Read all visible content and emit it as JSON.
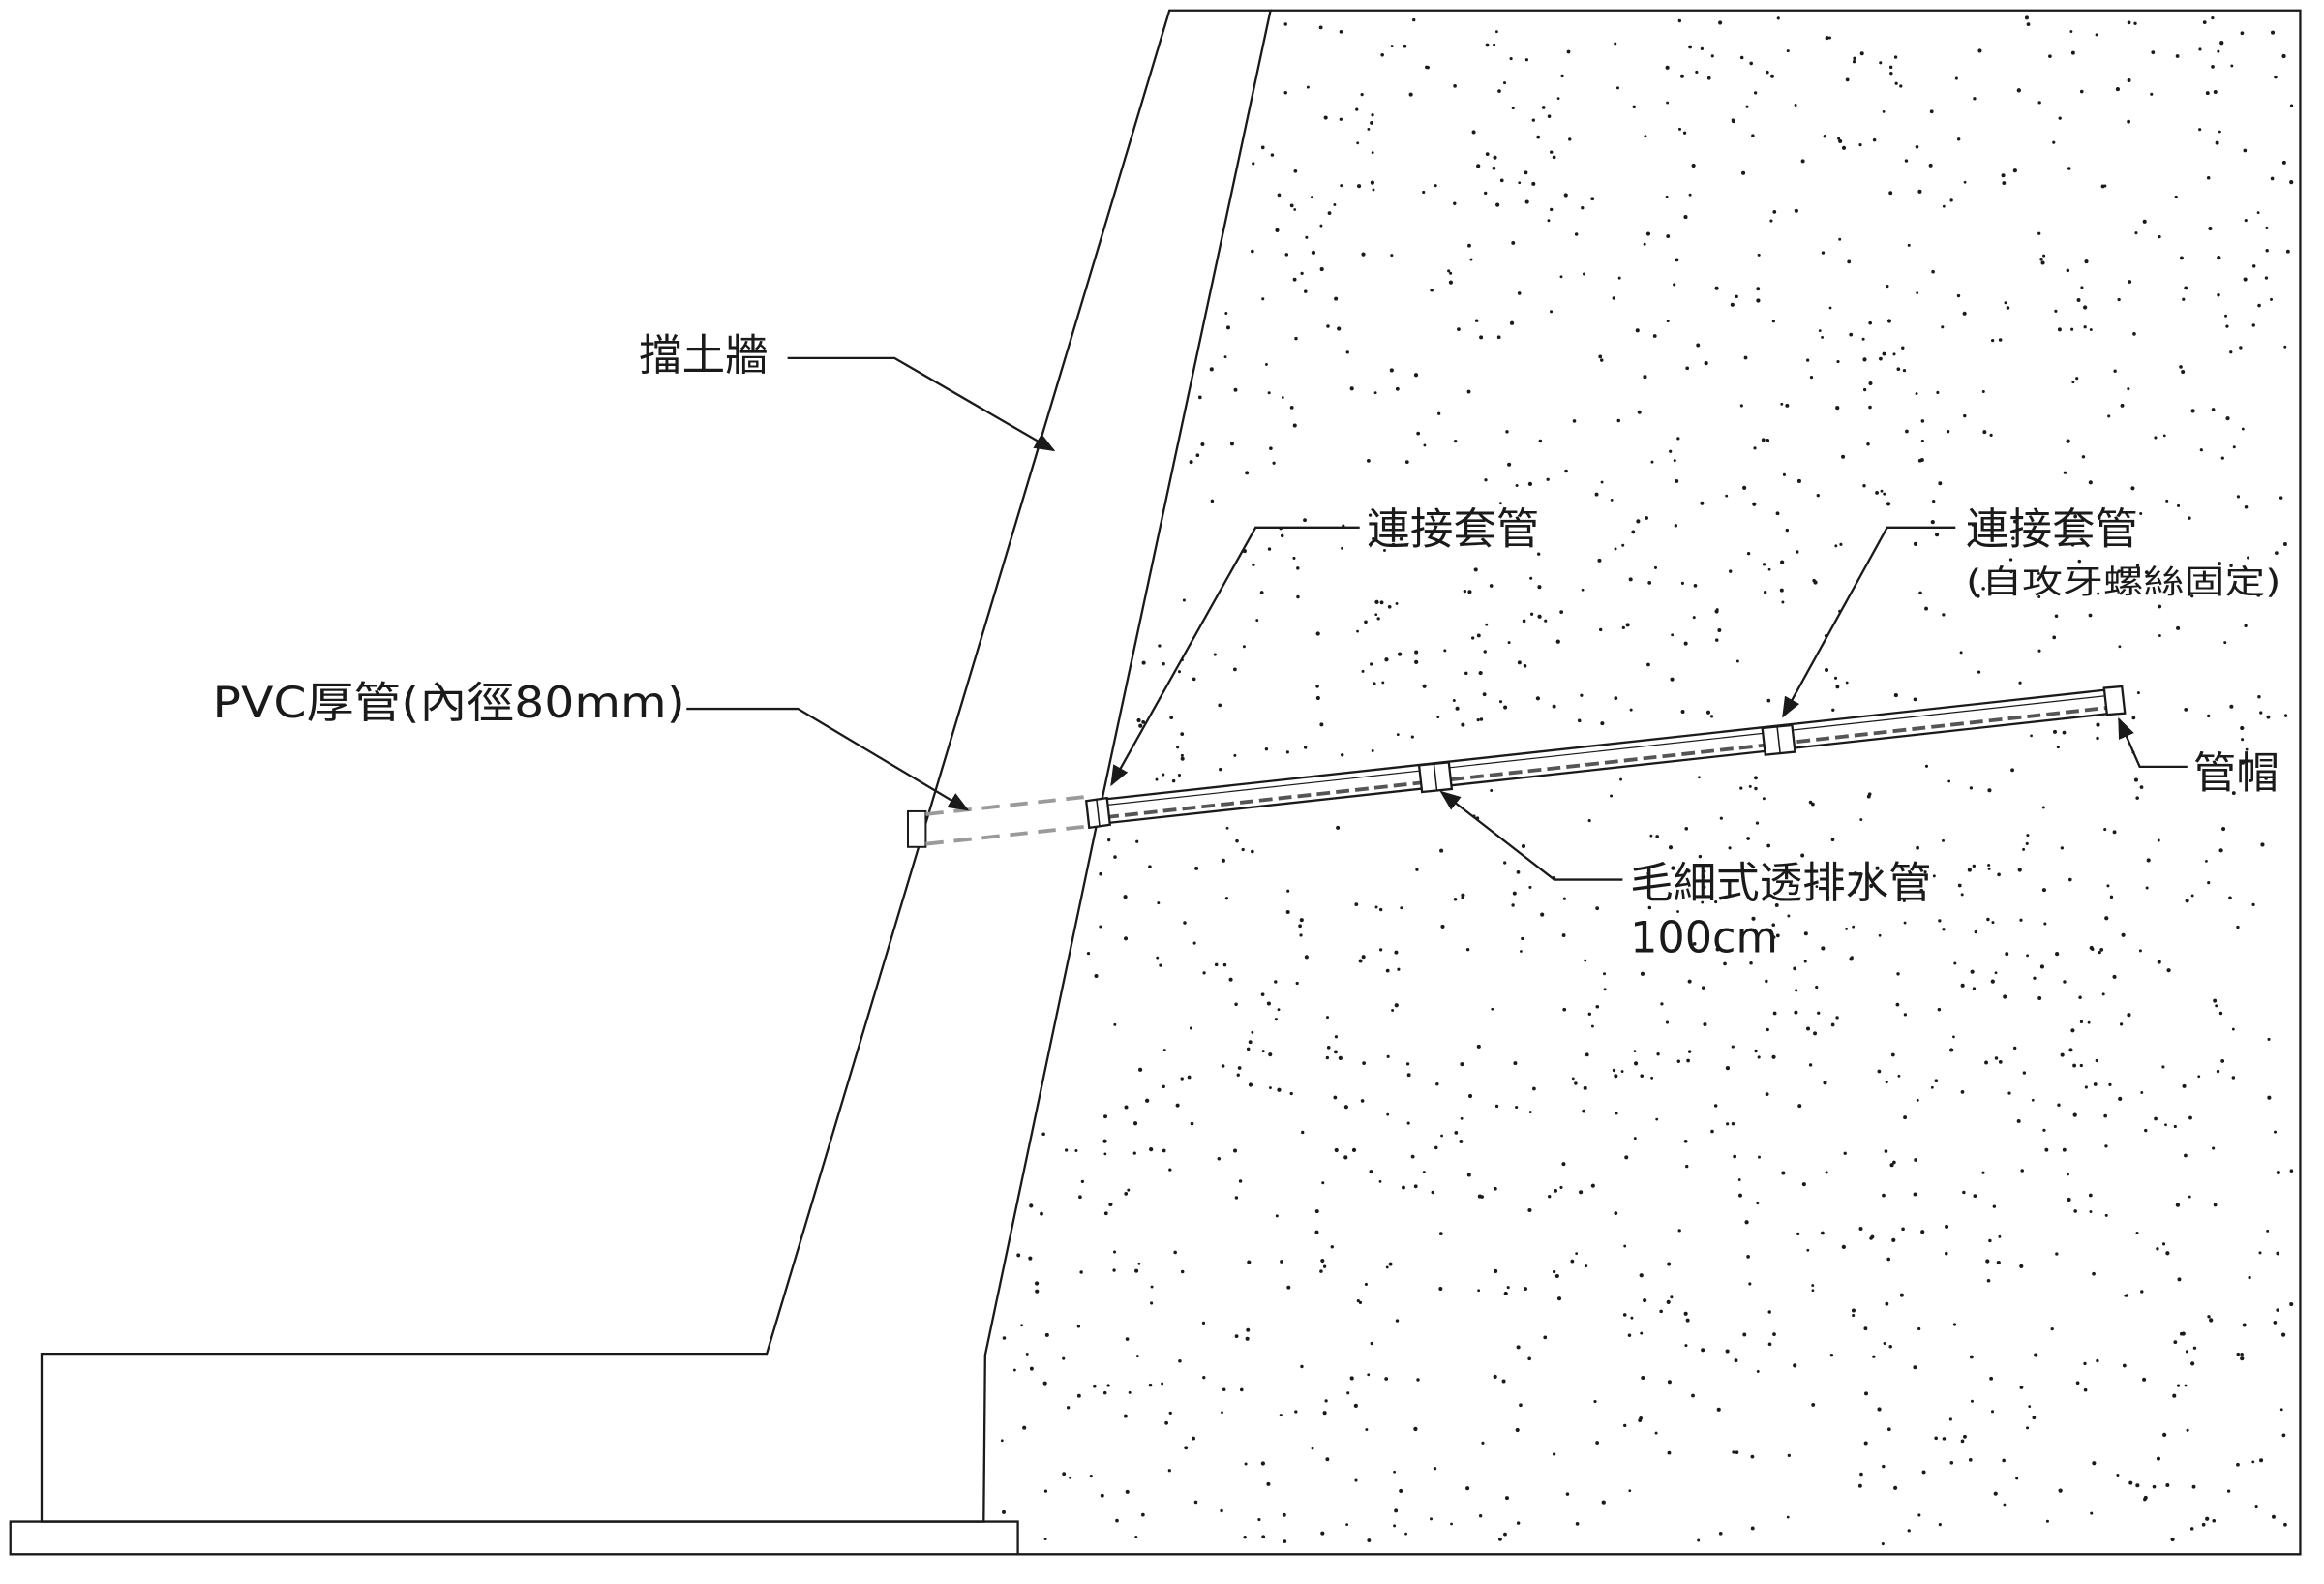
{
  "colors": {
    "line": "#1a1a1a",
    "dashed_pipe": "#9a9a9a",
    "pipe_band": "#555555",
    "background": "#ffffff"
  },
  "labels": {
    "retaining_wall": "擋土牆",
    "pvc_pipe": "PVC厚管(內徑80mm)",
    "coupling_left": "連接套管",
    "coupling_right": "連接套管",
    "coupling_right_note": "(自攻牙螺絲固定)",
    "pipe_cap": "管帽",
    "drain_pipe_line1": "毛細式透排水管",
    "drain_pipe_line2": "100cm"
  }
}
